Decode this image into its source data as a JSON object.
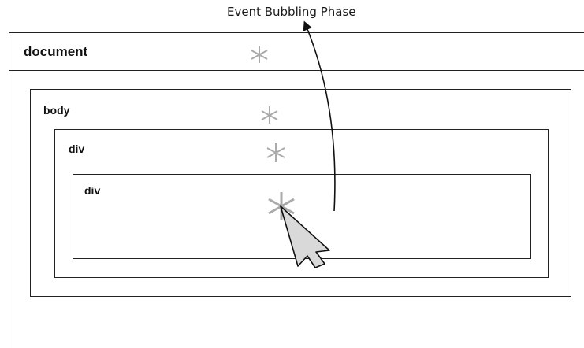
{
  "caption": "Event Bubbling Phase",
  "nodes": {
    "document": "document",
    "body": "body",
    "outer_div": "div",
    "inner_div": "div"
  },
  "markers": {
    "glyph": "*",
    "color": "#aaaaaa"
  },
  "arrow_color": "#111111",
  "cursor": {
    "fill": "#d9d9d9",
    "stroke": "#111111"
  }
}
